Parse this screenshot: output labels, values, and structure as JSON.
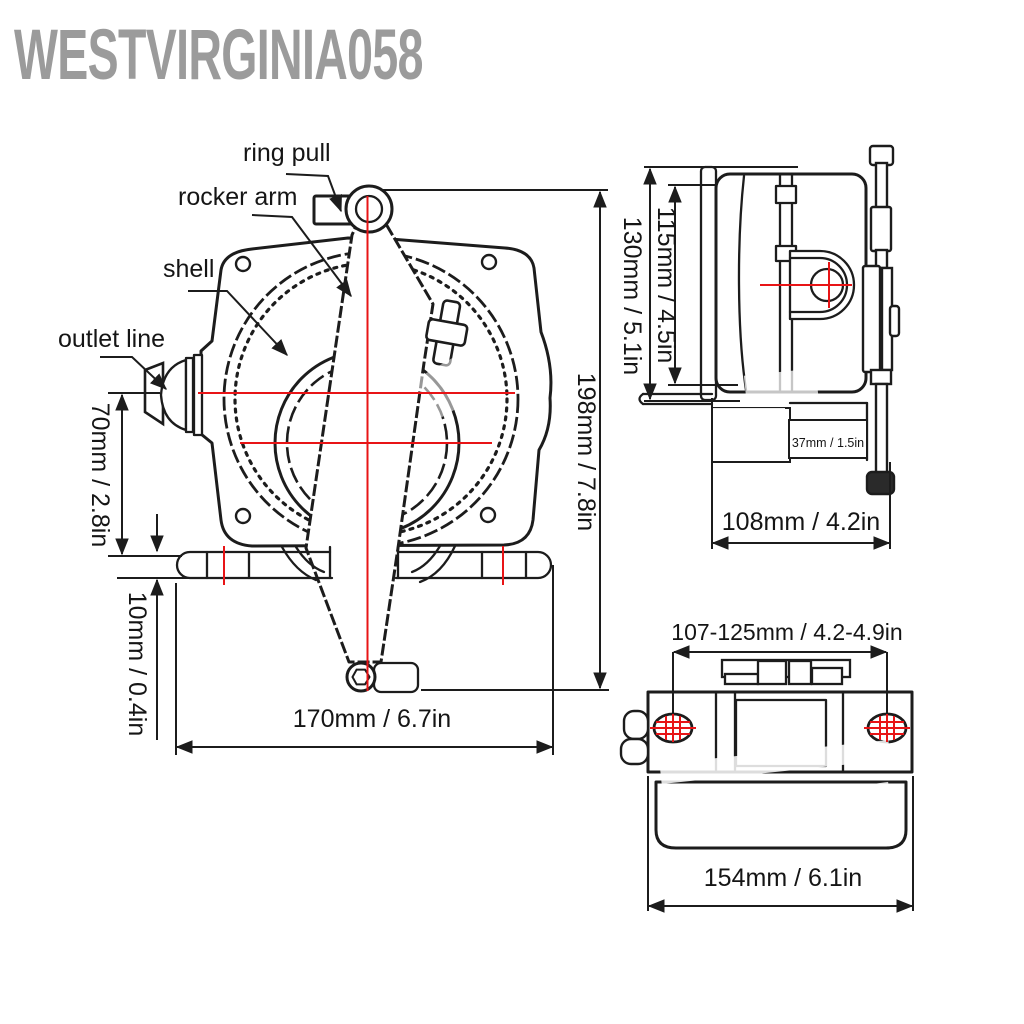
{
  "watermark": {
    "text": "WESTVIRGINIA058"
  },
  "labels": {
    "ring_pull": "ring pull",
    "rocker_arm": "rocker arm",
    "shell": "shell",
    "outlet_line": "outlet line"
  },
  "dimensions": {
    "front_height": "198mm / 7.8in",
    "front_width": "170mm / 6.7in",
    "outlet_height": "70mm / 2.8in",
    "foot_thickness": "10mm / 0.4in",
    "side_height_outer": "130mm / 5.1in",
    "side_height_inner": "115mm / 4.5in",
    "side_depth": "108mm / 4.2in",
    "side_step": "37mm / 1.5in",
    "bottom_hole_spacing": "107-125mm / 4.2-4.9in",
    "bottom_width": "154mm / 6.1in"
  },
  "colors": {
    "line": "#1c1c1c",
    "centerline_red": "#e81416",
    "watermark_gray": "#9b9b9b",
    "background": "#ffffff"
  }
}
